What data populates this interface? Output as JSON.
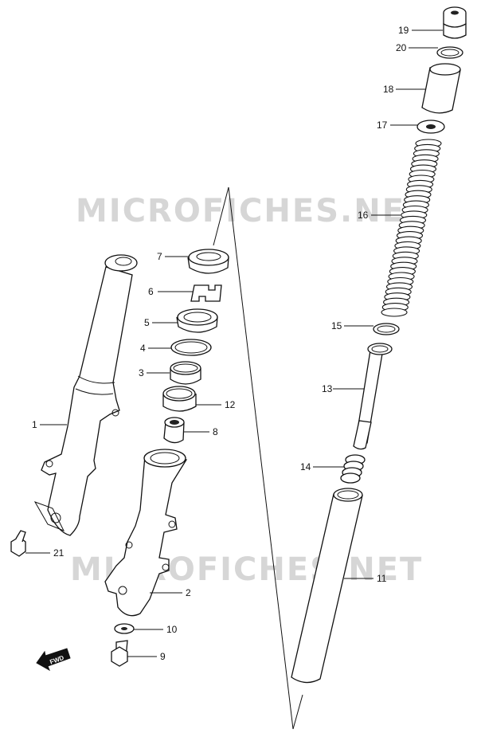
{
  "watermark": "MICROFICHES.NET",
  "fwd_label": "FWD",
  "callouts": [
    {
      "id": "1",
      "label": "1"
    },
    {
      "id": "2",
      "label": "2"
    },
    {
      "id": "3",
      "label": "3"
    },
    {
      "id": "4",
      "label": "4"
    },
    {
      "id": "5",
      "label": "5"
    },
    {
      "id": "6",
      "label": "6"
    },
    {
      "id": "7",
      "label": "7"
    },
    {
      "id": "8",
      "label": "8"
    },
    {
      "id": "9",
      "label": "9"
    },
    {
      "id": "10",
      "label": "10"
    },
    {
      "id": "11",
      "label": "11"
    },
    {
      "id": "12",
      "label": "12"
    },
    {
      "id": "13",
      "label": "13"
    },
    {
      "id": "14",
      "label": "14"
    },
    {
      "id": "15",
      "label": "15"
    },
    {
      "id": "16",
      "label": "16"
    },
    {
      "id": "17",
      "label": "17"
    },
    {
      "id": "18",
      "label": "18"
    },
    {
      "id": "19",
      "label": "19"
    },
    {
      "id": "20",
      "label": "20"
    },
    {
      "id": "21",
      "label": "21"
    }
  ]
}
